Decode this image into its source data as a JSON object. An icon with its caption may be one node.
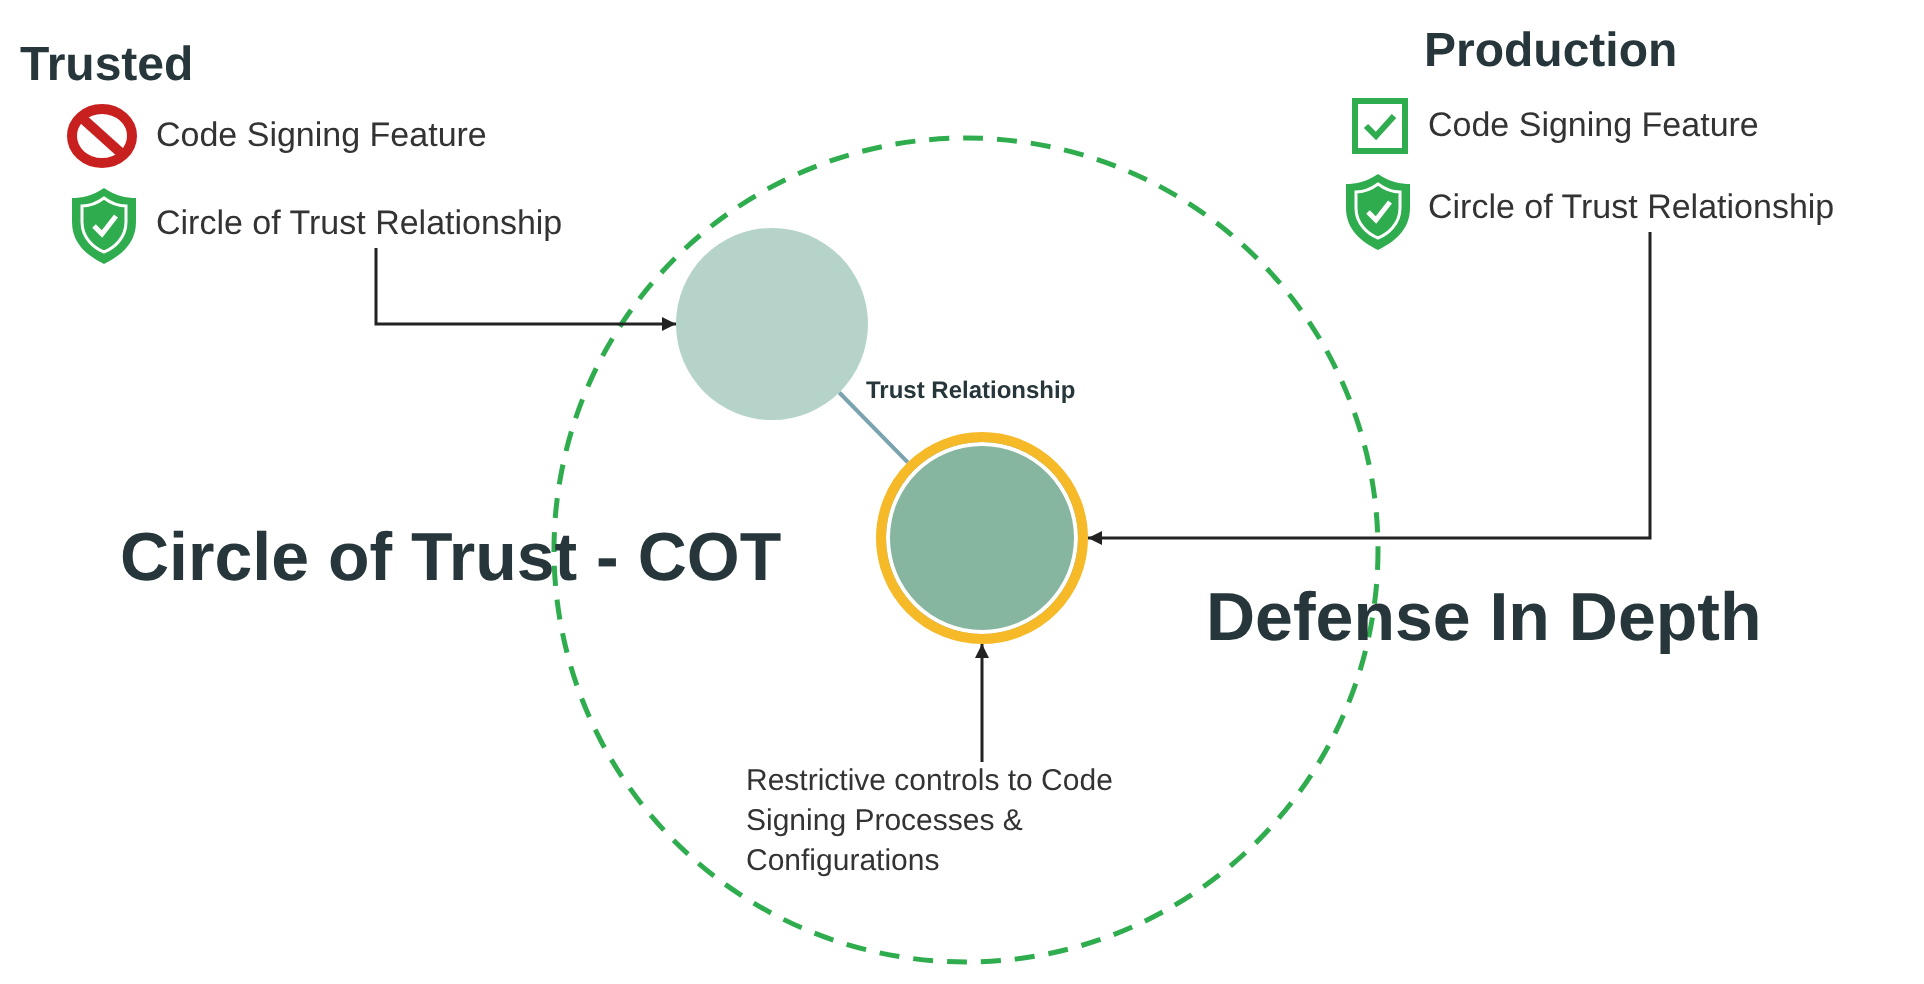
{
  "diagram": {
    "nodes": [
      {
        "text": [
          "Circle of Trust Relationship"
        ]
      },
      {
        "text": [],
        "shape": "circle"
      },
      {
        "text": [
          "Circle of Trust Relationship"
        ]
      },
      {
        "text": [],
        "shape": "circle"
      },
      {
        "text": [
          "Restrictive controls to Code Signing Processes & Configurations"
        ]
      }
    ],
    "edges": [
      {
        "from": 0,
        "to": 1,
        "arrow": "to"
      },
      {
        "from": 2,
        "to": 3,
        "arrow": "to"
      },
      {
        "from": 4,
        "to": 3,
        "arrow": "to"
      },
      {
        "from": 1,
        "to": 3,
        "arrow": "none",
        "label": "Trust Relationship",
        "color": "#7aa3b0"
      }
    ],
    "labels": [
      "Trusted",
      "Code Signing Feature",
      "Production",
      "Code Signing Feature",
      "Circle of Trust - COT",
      "Defense In Depth"
    ]
  }
}
